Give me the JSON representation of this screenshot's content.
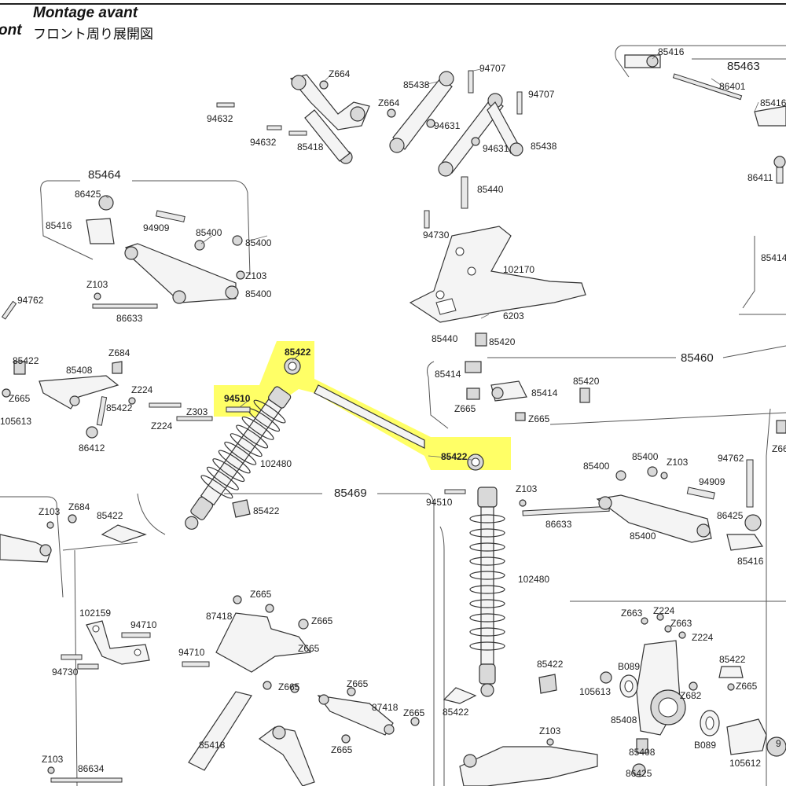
{
  "header": {
    "title_fr": "Montage avant",
    "title_cut": "ont",
    "title_jp": "フロント周り展開図"
  },
  "colors": {
    "highlight": "#ffff66",
    "line": "#333333"
  },
  "groups": {
    "g85463": "85463",
    "g85464": "85464",
    "g85460": "85460",
    "g85469": "85469"
  },
  "labels": {
    "l85416a": "85416",
    "l86401": "86401",
    "l85416b": "85416",
    "l86411": "86411",
    "l85414a": "85414",
    "l85438a": "85438",
    "lz664a": "Z664",
    "l94707a": "94707",
    "l94707b": "94707",
    "lz664b": "Z664",
    "l94632a": "94632",
    "l94632b": "94632",
    "l85418a": "85418",
    "l94631a": "94631",
    "l94631b": "94631",
    "l85438b": "85438",
    "l85440a": "85440",
    "l94730a": "94730",
    "l102170": "102170",
    "l6203": "6203",
    "l85440b": "85440",
    "l85420a": "85420",
    "l85414b": "85414",
    "l85414c": "85414",
    "l85420b": "85420",
    "lz665a": "Z665",
    "lz665b": "Z665",
    "l86425a": "86425",
    "l85416c": "85416",
    "l94909a": "94909",
    "l85400a": "85400",
    "l85400b": "85400",
    "lz103a": "Z103",
    "l85400c": "85400",
    "lz103b": "Z103",
    "l86633a": "86633",
    "l94762a": "94762",
    "l85422a": "85422",
    "l85408a": "85408",
    "lz684a": "Z684",
    "lz665c": "Z665",
    "l105613a": "105613",
    "l85422b": "85422",
    "lz224a": "Z224",
    "lz224b": "Z224",
    "lz303": "Z303",
    "l86412": "86412",
    "l85422h1": "85422",
    "l94510h": "94510",
    "l85422h2": "85422",
    "l102480a": "102480",
    "l85422c": "85422",
    "lz103c": "Z103",
    "lz684b": "Z684",
    "l85422d": "85422",
    "l94510b": "94510",
    "lz103d": "Z103",
    "l86633b": "86633",
    "l102480b": "102480",
    "l85400d": "85400",
    "l85400e": "85400",
    "lz103e": "Z103",
    "l94762b": "94762",
    "l94909b": "94909",
    "l86425b": "86425",
    "l85400f": "85400",
    "l85416d": "85416",
    "lz66x": "Z66",
    "l102159": "102159",
    "l94710a": "94710",
    "l94730b": "94730",
    "l87418a": "87418",
    "lz665d": "Z665",
    "lz665e": "Z665",
    "l94710b": "94710",
    "lz665f": "Z665",
    "lz665g": "Z665",
    "l87418b": "87418",
    "lz665h": "Z665",
    "l85418b": "85418",
    "lz665i": "Z665",
    "lz103f": "Z103",
    "l86634": "86634",
    "l85422e": "85422",
    "l85422f": "85422",
    "lz103g": "Z103",
    "lz663a": "Z663",
    "lz224c": "Z224",
    "lz663b": "Z663",
    "lz224d": "Z224",
    "lb089a": "B089",
    "l105613b": "105613",
    "l85422g": "85422",
    "lz682": "Z682",
    "lz665j": "Z665",
    "l85408b": "85408",
    "lb089b": "B089",
    "l85408c": "85408",
    "l86425c": "86425",
    "l105612": "105612",
    "l9x": "9"
  }
}
